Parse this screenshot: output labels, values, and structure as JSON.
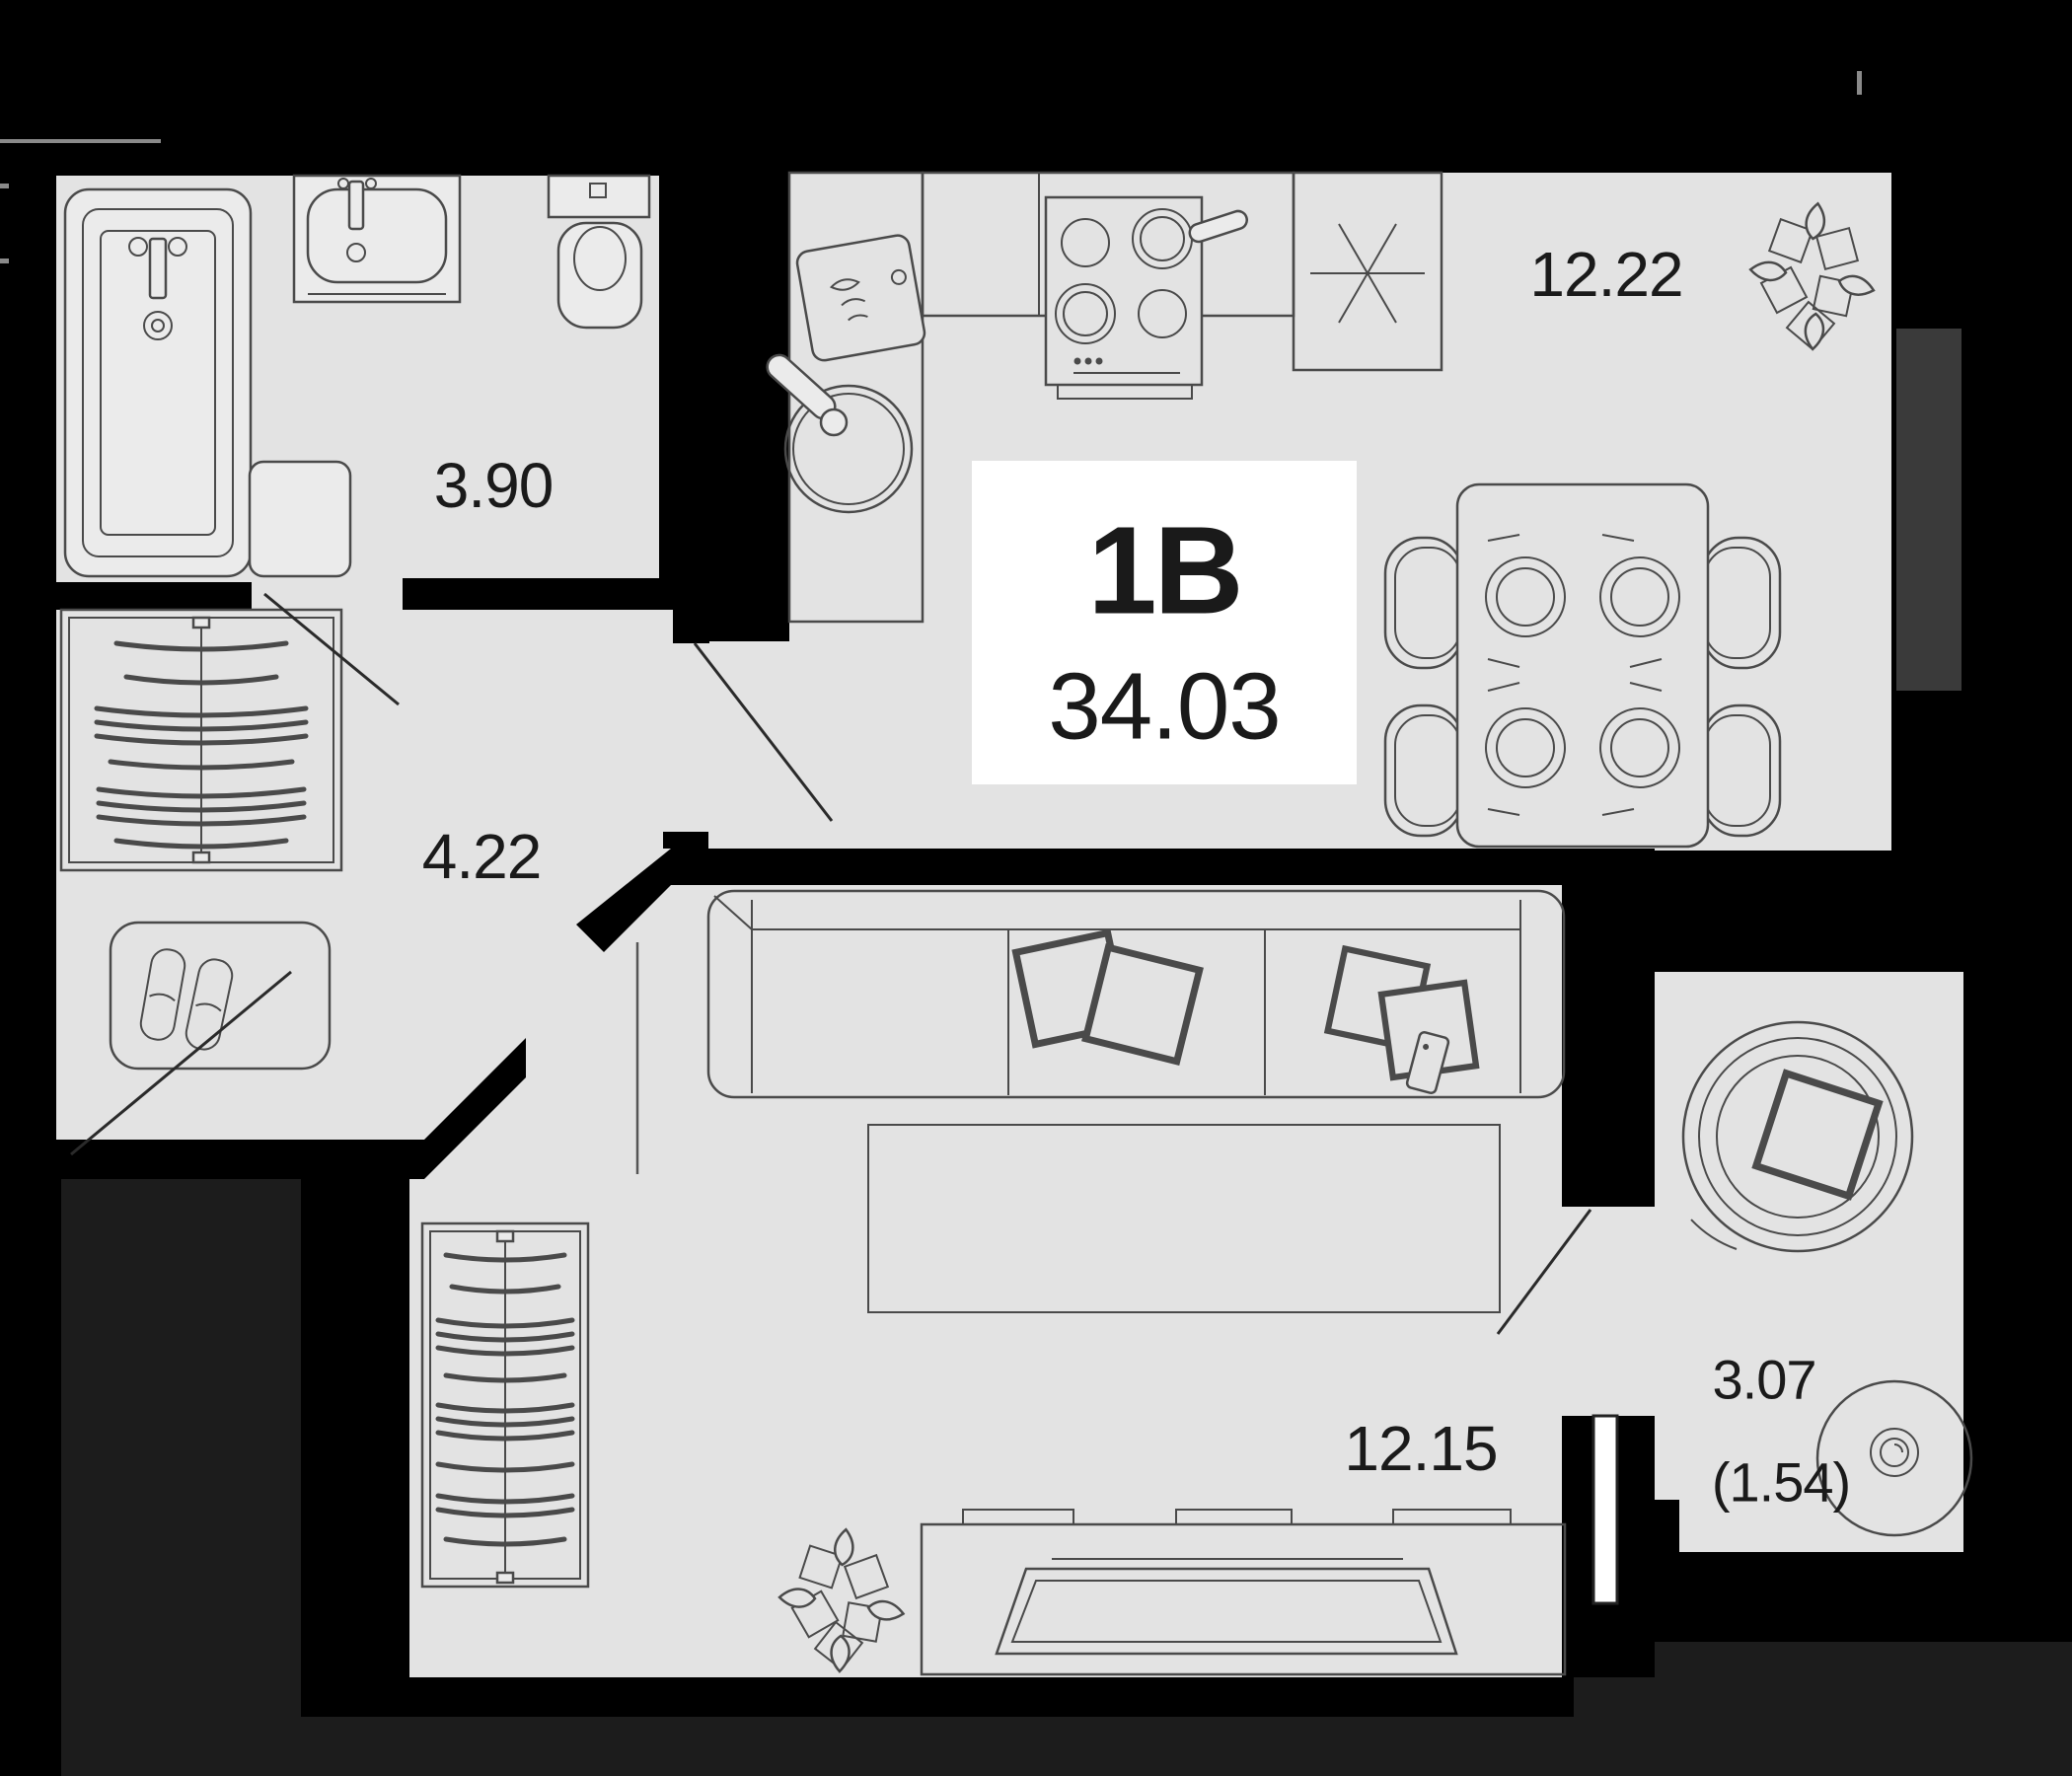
{
  "unit": {
    "type_label": "1В",
    "total_area": "34.03"
  },
  "rooms": {
    "bathroom": {
      "name": "bathroom",
      "area": "3.90"
    },
    "hallway": {
      "name": "hallway",
      "area": "4.22"
    },
    "kitchen": {
      "name": "kitchen",
      "area": "12.22"
    },
    "living": {
      "name": "living-room",
      "area": "12.15"
    },
    "balcony": {
      "name": "balcony",
      "area": "3.07",
      "area_coefficient": "(1.54)"
    }
  },
  "icons": [
    "bathtub-icon",
    "bath-sink-icon",
    "toilet-icon",
    "washer-icon",
    "wardrobe-icon",
    "shoe-mat-icon",
    "kitchen-sink-icon",
    "cutting-board-icon",
    "stove-icon",
    "appliance-asterisk-icon",
    "dining-table-icon",
    "chair-icon",
    "plant-icon",
    "sofa-icon",
    "pillow-icon",
    "remote-icon",
    "rug-icon",
    "tv-stand-icon",
    "tv-icon",
    "balcony-chair-icon",
    "balcony-table-icon",
    "door-swing-icon",
    "door-leaf-icon"
  ],
  "theme": {
    "background": "#000000",
    "floor": "#e3e3e3",
    "wall": "#000000",
    "fixture": "#ebebeb",
    "line": "#4a4a4a",
    "text": "#1a1a1a",
    "shadow": "#1c1c1c",
    "shaft": "#3a3a3a",
    "badge": "#ffffff"
  }
}
